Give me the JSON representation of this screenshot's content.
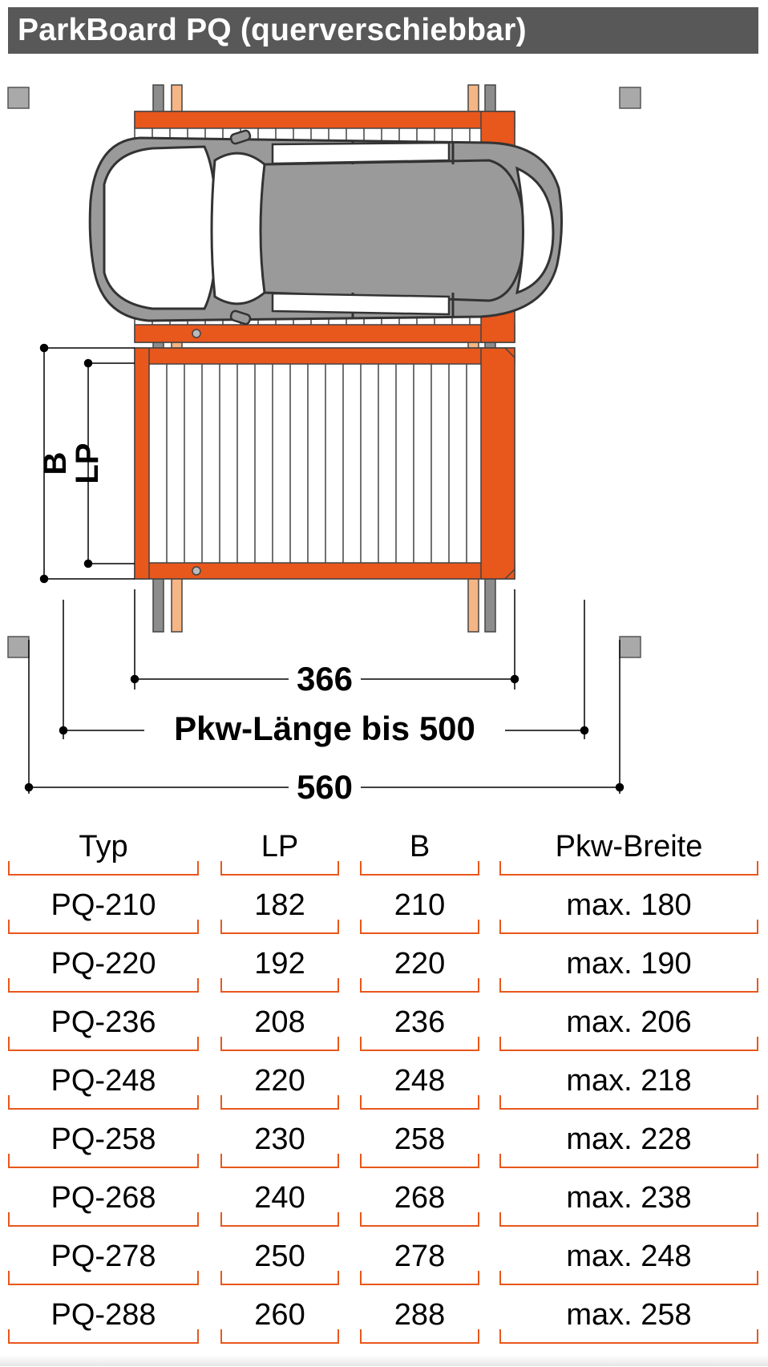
{
  "title": "ParkBoard PQ (querverschiebbar)",
  "diagram": {
    "dim_width_label": "B",
    "dim_platform_label": "LP",
    "dim_platform_length": "366",
    "dim_car_length": "Pkw-Länge bis 500",
    "dim_total_length": "560",
    "colors": {
      "platform": "#e8571c",
      "platform_edge": "#a83a0c",
      "rail_grey": "#8c8c8c",
      "rail_peach": "#f6b584",
      "car_body": "#9a9a9a",
      "corner_marker": "#a9a9a9"
    }
  },
  "table": {
    "headers": [
      "Typ",
      "LP",
      "B",
      "Pkw-Breite"
    ],
    "rows": [
      [
        "PQ-210",
        "182",
        "210",
        "max. 180"
      ],
      [
        "PQ-220",
        "192",
        "220",
        "max. 190"
      ],
      [
        "PQ-236",
        "208",
        "236",
        "max. 206"
      ],
      [
        "PQ-248",
        "220",
        "248",
        "max. 218"
      ],
      [
        "PQ-258",
        "230",
        "258",
        "max. 228"
      ],
      [
        "PQ-268",
        "240",
        "268",
        "max. 238"
      ],
      [
        "PQ-278",
        "250",
        "278",
        "max. 248"
      ],
      [
        "PQ-288",
        "260",
        "288",
        "max. 258"
      ]
    ]
  }
}
